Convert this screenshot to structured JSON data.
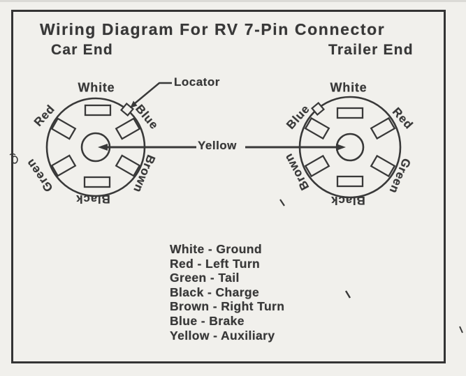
{
  "document": {
    "title": "Wiring Diagram For RV 7-Pin Connector"
  },
  "connectors": {
    "car": {
      "heading": "Car End",
      "pins": {
        "top": "White",
        "upper_right": "Blue",
        "lower_right": "Brown",
        "bottom": "Black",
        "lower_left": "Green",
        "upper_left": "Red"
      }
    },
    "trailer": {
      "heading": "Trailer End",
      "pins": {
        "top": "White",
        "upper_right": "Red",
        "lower_right": "Green",
        "bottom": "Black",
        "lower_left": "Brown",
        "upper_left": "Blue"
      }
    }
  },
  "annotations": {
    "locator": "Locator",
    "center_wire": "Yellow"
  },
  "legend": {
    "items": [
      "White - Ground",
      "Red - Left Turn",
      "Green - Tail",
      "Black - Charge",
      "Brown - Right Turn",
      "Blue - Brake",
      "Yellow - Auxiliary"
    ]
  },
  "colors": {
    "ink": "#393939",
    "paper": "#f1f0ec"
  }
}
